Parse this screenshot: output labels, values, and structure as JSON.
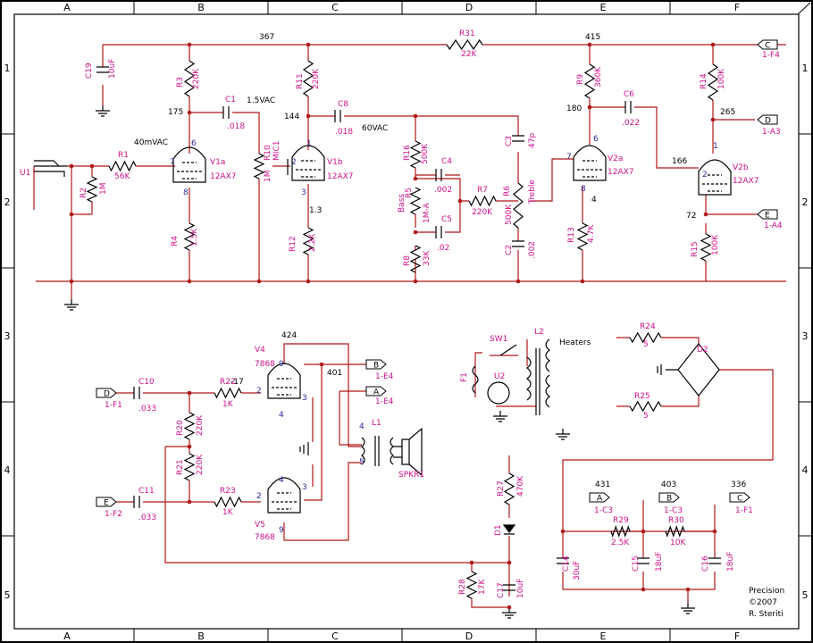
{
  "border": {
    "cols": [
      "A",
      "B",
      "C",
      "D",
      "E",
      "F"
    ],
    "rows": [
      "1",
      "2",
      "3",
      "4",
      "5"
    ]
  },
  "nodes": [
    "367",
    "415",
    "175",
    "144",
    "180",
    "265",
    "166",
    "72",
    "424",
    "401",
    "-17",
    "431",
    "403",
    "336",
    "1.3",
    "4"
  ],
  "voltages": [
    "40mVAC",
    "1.5VAC",
    "60VAC"
  ],
  "components": [
    {
      "ref": "C19",
      "val": "10uF"
    },
    {
      "ref": "R3",
      "val": "220K"
    },
    {
      "ref": "C1",
      "val": ".018"
    },
    {
      "ref": "R11",
      "val": "220K"
    },
    {
      "ref": "C8",
      "val": ".018"
    },
    {
      "ref": "R31",
      "val": "22K"
    },
    {
      "ref": "R9",
      "val": "360K"
    },
    {
      "ref": "C6",
      "val": ".022"
    },
    {
      "ref": "R14",
      "val": "100K"
    },
    {
      "ref": "U1",
      "val": ""
    },
    {
      "ref": "R1",
      "val": "56K"
    },
    {
      "ref": "R2",
      "val": "1M"
    },
    {
      "ref": "V1a",
      "val": "12AX7"
    },
    {
      "ref": "R10",
      "val": "1M"
    },
    {
      "ref": "MIC1",
      "val": ""
    },
    {
      "ref": "V1b",
      "val": "12AX7"
    },
    {
      "ref": "R16",
      "val": "500K"
    },
    {
      "ref": "C4",
      "val": ".002"
    },
    {
      "ref": "C3",
      "val": "47p"
    },
    {
      "ref": "R5",
      "val": "1M-A"
    },
    {
      "ref": "R7",
      "val": "220K"
    },
    {
      "ref": "R6",
      "val": "500K"
    },
    {
      "ref": "C5",
      "val": ".02"
    },
    {
      "ref": "V2a",
      "val": "12AX7"
    },
    {
      "ref": "V2b",
      "val": "12AX7"
    },
    {
      "ref": "R4",
      "val": "1.5K"
    },
    {
      "ref": "R12",
      "val": "2.2K"
    },
    {
      "ref": "R8",
      "val": "33K"
    },
    {
      "ref": "C2",
      "val": ".002"
    },
    {
      "ref": "R13",
      "val": "4.7K"
    },
    {
      "ref": "R15",
      "val": "100K"
    },
    {
      "ref": "V4",
      "val": "7868"
    },
    {
      "ref": "V5",
      "val": "7868"
    },
    {
      "ref": "C10",
      "val": ".033"
    },
    {
      "ref": "C11",
      "val": ".033"
    },
    {
      "ref": "R22",
      "val": "1K"
    },
    {
      "ref": "R23",
      "val": "1K"
    },
    {
      "ref": "R20",
      "val": "220K"
    },
    {
      "ref": "R21",
      "val": "220K"
    },
    {
      "ref": "L1",
      "val": ""
    },
    {
      "ref": "SPKR1",
      "val": ""
    },
    {
      "ref": "SW1",
      "val": ""
    },
    {
      "ref": "L2",
      "val": "Heaters"
    },
    {
      "ref": "F1",
      "val": ""
    },
    {
      "ref": "U2",
      "val": ""
    },
    {
      "ref": "R24",
      "val": "5"
    },
    {
      "ref": "R25",
      "val": "5"
    },
    {
      "ref": "D2",
      "val": ""
    },
    {
      "ref": "R27",
      "val": "470K"
    },
    {
      "ref": "D1",
      "val": ""
    },
    {
      "ref": "R28",
      "val": "17K"
    },
    {
      "ref": "C17",
      "val": "10uF"
    },
    {
      "ref": "R29",
      "val": "2.5K"
    },
    {
      "ref": "R30",
      "val": "10K"
    },
    {
      "ref": "C14",
      "val": "30uF"
    },
    {
      "ref": "C15",
      "val": "18uF"
    },
    {
      "ref": "C16",
      "val": "18uF"
    }
  ],
  "labels": {
    "bass": "Bass",
    "treble": "Treble"
  },
  "offpage": [
    {
      "tag": "C",
      "ref": "1-F4"
    },
    {
      "tag": "D",
      "ref": "1-A3"
    },
    {
      "tag": "E",
      "ref": "1-A4"
    },
    {
      "tag": "D",
      "ref": "1-F1"
    },
    {
      "tag": "E",
      "ref": "1-F2"
    },
    {
      "tag": "B",
      "ref": "1-E4"
    },
    {
      "tag": "A",
      "ref": "1-E4"
    },
    {
      "tag": "A",
      "ref": "1-C3"
    },
    {
      "tag": "B",
      "ref": "1-C3"
    },
    {
      "tag": "C",
      "ref": "1-F1"
    }
  ],
  "pins": [
    "6",
    "7",
    "8",
    "1",
    "2",
    "3",
    "9",
    "5",
    "4"
  ],
  "credit": {
    "line1": "Precision",
    "line2": "©2007",
    "line3": "R. Steriti"
  }
}
